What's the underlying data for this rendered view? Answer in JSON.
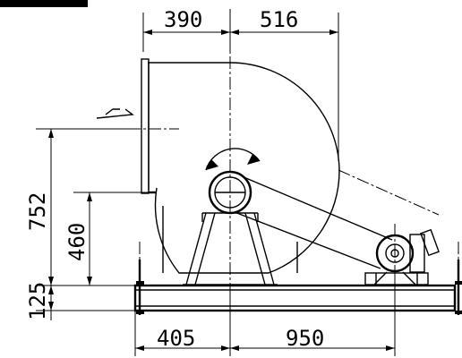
{
  "dimensions": {
    "top_left": "390",
    "top_right": "516",
    "bottom_left": "405",
    "bottom_right": "950",
    "left_outer": "752",
    "left_inner": "460",
    "left_bottom": "125"
  },
  "line_color": "#000000",
  "background": "#ffffff"
}
